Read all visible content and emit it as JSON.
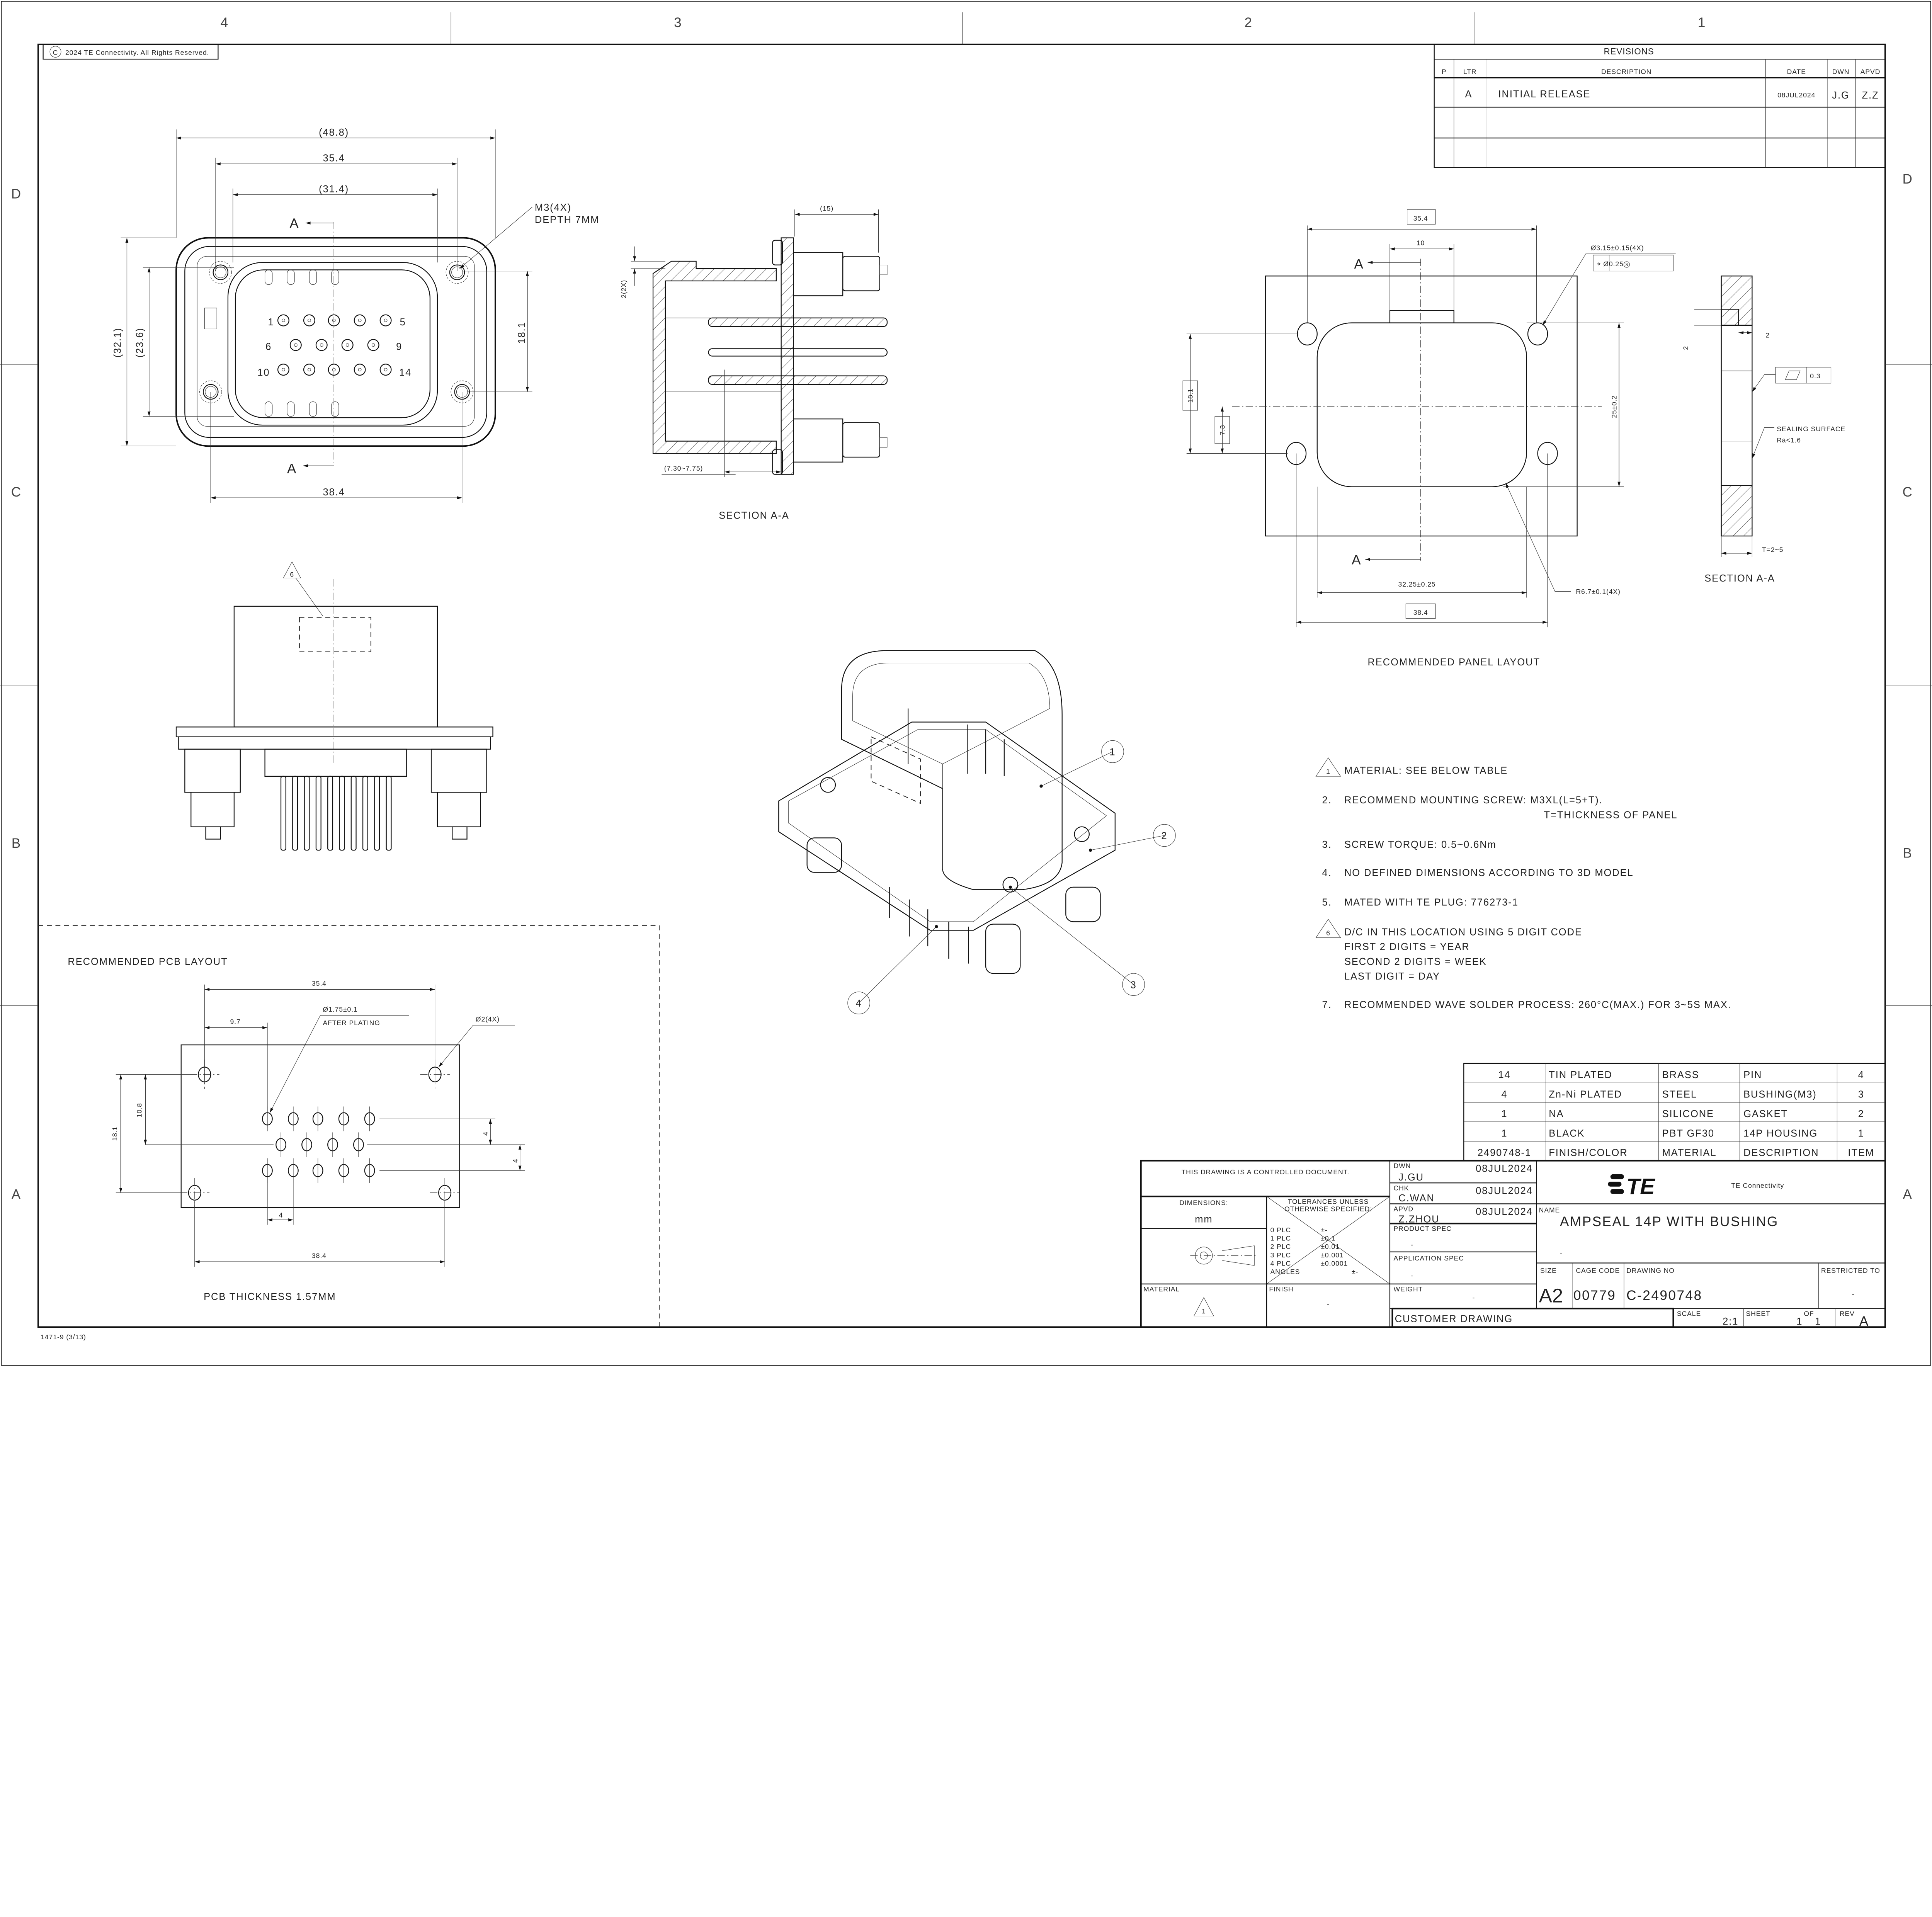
{
  "border": {
    "zones_top": [
      "4",
      "3",
      "2",
      "1"
    ],
    "zones_side": [
      "D",
      "C",
      "B",
      "A"
    ],
    "copyright": "2024 TE Connectivity. All Rights Reserved.",
    "copyright_symbol": "C",
    "form_number": "1471-9 (3/13)"
  },
  "revisions": {
    "title": "REVISIONS",
    "headers": [
      "P",
      "LTR",
      "DESCRIPTION",
      "DATE",
      "DWN",
      "APVD"
    ],
    "rows": [
      {
        "p": "",
        "ltr": "A",
        "description": "INITIAL RELEASE",
        "date": "08JUL2024",
        "dwn": "J.G",
        "apvd": "Z.Z"
      }
    ]
  },
  "front_view": {
    "dims": [
      "(48.8)",
      "35.4",
      "(31.4)",
      "(32.1)",
      "(23.6)",
      "18.1",
      "38.4"
    ],
    "callout_line1": "M3(4X)",
    "callout_line2": "DEPTH 7MM",
    "section_mark": "A",
    "pin_labels": [
      "1",
      "5",
      "6",
      "9",
      "10",
      "14"
    ]
  },
  "section_view": {
    "dims": [
      "(15)",
      "2(2X)",
      "(7.30~7.75)"
    ],
    "label": "SECTION A-A"
  },
  "side_view": {
    "note_flag": "6"
  },
  "iso_view": {
    "balloons": [
      "1",
      "2",
      "3",
      "4"
    ]
  },
  "panel_layout": {
    "dims": [
      "35.4",
      "10",
      "18.1",
      "7.3",
      "25±0.2",
      "32.25±0.25",
      "38.4"
    ],
    "hole_callout": "Ø3.15±0.15(4X)",
    "position_tol": "⌖ Ø0.25Ⓢ",
    "radius_callout": "R6.7±0.1(4X)",
    "section_mark": "A",
    "label": "RECOMMENDED PANEL LAYOUT",
    "section": {
      "dims": [
        "2",
        "2",
        "T=2~5"
      ],
      "flatness": "0.3",
      "sealing_line1": "SEALING SURFACE",
      "sealing_line2": "Ra<1.6",
      "label": "SECTION A-A"
    }
  },
  "pcb_layout": {
    "title": "RECOMMENDED PCB LAYOUT",
    "dims": [
      "35.4",
      "9.7",
      "18.1",
      "10.8",
      "4",
      "4",
      "4",
      "38.4"
    ],
    "pin_hole_line1": "Ø1.75±0.1",
    "pin_hole_line2": "AFTER PLATING",
    "mount_hole": "Ø2(4X)",
    "thickness": "PCB THICKNESS 1.57MM"
  },
  "notes": [
    {
      "num": "1",
      "flag": true,
      "lines": [
        "MATERIAL: SEE BELOW TABLE"
      ]
    },
    {
      "num": "2.",
      "flag": false,
      "lines": [
        "RECOMMEND MOUNTING SCREW: M3XL(L=5+T).",
        "T=THICKNESS OF PANEL"
      ]
    },
    {
      "num": "3.",
      "flag": false,
      "lines": [
        "SCREW TORQUE: 0.5~0.6Nm"
      ]
    },
    {
      "num": "4.",
      "flag": false,
      "lines": [
        "NO DEFINED DIMENSIONS ACCORDING TO 3D MODEL"
      ]
    },
    {
      "num": "5.",
      "flag": false,
      "lines": [
        "MATED WITH TE PLUG: 776273-1"
      ]
    },
    {
      "num": "6",
      "flag": true,
      "lines": [
        "D/C IN THIS LOCATION USING 5 DIGIT CODE",
        "FIRST 2 DIGITS = YEAR",
        "SECOND 2 DIGITS = WEEK",
        "LAST DIGIT = DAY"
      ]
    },
    {
      "num": "7.",
      "flag": false,
      "lines": [
        "RECOMMENDED WAVE SOLDER PROCESS: 260°C(MAX.) FOR 3~5S MAX."
      ]
    }
  ],
  "bom": {
    "rows": [
      [
        "14",
        "TIN PLATED",
        "BRASS",
        "PIN",
        "4"
      ],
      [
        "4",
        "Zn-Ni PLATED",
        "STEEL",
        "BUSHING(M3)",
        "3"
      ],
      [
        "1",
        "NA",
        "SILICONE",
        "GASKET",
        "2"
      ],
      [
        "1",
        "BLACK",
        "PBT GF30",
        "14P HOUSING",
        "1"
      ]
    ],
    "header": [
      "2490748-1",
      "FINISH/COLOR",
      "MATERIAL",
      "DESCRIPTION",
      "ITEM"
    ]
  },
  "title_block": {
    "controlled": "THIS DRAWING IS A CONTROLLED DOCUMENT.",
    "dimensions_label": "DIMENSIONS:",
    "dimensions_unit": "mm",
    "tolerances_title1": "TOLERANCES UNLESS",
    "tolerances_title2": "OTHERWISE SPECIFIED:",
    "tolerances": [
      [
        "0 PLC",
        "±-"
      ],
      [
        "1 PLC",
        "±0.1"
      ],
      [
        "2 PLC",
        "±0.01"
      ],
      [
        "3 PLC",
        "±0.001"
      ],
      [
        "4 PLC",
        "±0.0001"
      ],
      [
        "ANGLES",
        "±-"
      ]
    ],
    "material_label": "MATERIAL",
    "material_flag": "1",
    "finish_label": "FINISH",
    "finish_value": "-",
    "dwn_label": "DWN",
    "dwn_name": "J.GU",
    "dwn_date": "08JUL2024",
    "chk_label": "CHK",
    "chk_name": "C.WAN",
    "chk_date": "08JUL2024",
    "apvd_label": "APVD",
    "apvd_name": "Z.ZHOU",
    "apvd_date": "08JUL2024",
    "product_spec_label": "PRODUCT SPEC",
    "product_spec": "-",
    "application_spec_label": "APPLICATION SPEC",
    "application_spec": "-",
    "weight_label": "WEIGHT",
    "weight": "-",
    "customer_drawing": "CUSTOMER DRAWING",
    "logo_text": "TE",
    "company": "TE Connectivity",
    "name_label": "NAME",
    "name": "AMPSEAL 14P WITH BUSHING",
    "name_sub": "-",
    "size_label": "SIZE",
    "size": "A2",
    "cage_label": "CAGE CODE",
    "cage": "00779",
    "drawing_no_label": "DRAWING NO",
    "drawing_no": "C-2490748",
    "restricted_label": "RESTRICTED TO",
    "restricted": "-",
    "scale_label": "SCALE",
    "scale": "2:1",
    "sheet_label": "SHEET",
    "sheet": "1",
    "of_label": "OF",
    "sheet_total": "1",
    "rev_label": "REV",
    "rev": "A"
  }
}
